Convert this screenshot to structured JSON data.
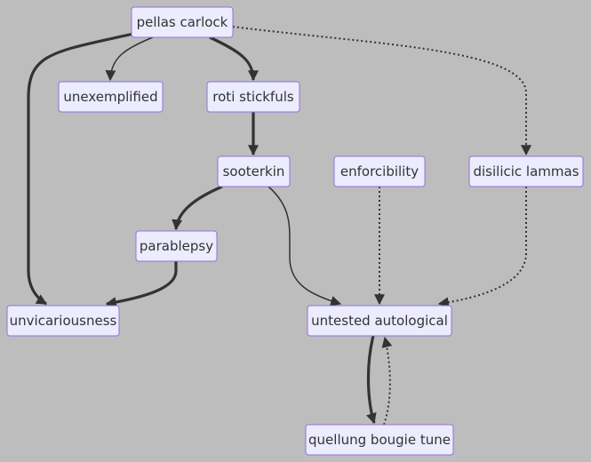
{
  "diagram": {
    "type": "flowchart",
    "nodes": [
      {
        "id": "pellas",
        "label": "pellas carlock"
      },
      {
        "id": "unexemplified",
        "label": "unexemplified"
      },
      {
        "id": "roti",
        "label": "roti stickfuls"
      },
      {
        "id": "sooterkin",
        "label": "sooterkin"
      },
      {
        "id": "enforcibility",
        "label": "enforcibility"
      },
      {
        "id": "disilicic",
        "label": "disilicic lammas"
      },
      {
        "id": "parablepsy",
        "label": "parablepsy"
      },
      {
        "id": "unvicariousness",
        "label": "unvicariousness"
      },
      {
        "id": "untested",
        "label": "untested autological"
      },
      {
        "id": "quellung",
        "label": "quellung bougie tune"
      }
    ],
    "edges": [
      {
        "from": "pellas",
        "to": "unexemplified",
        "style": "normal"
      },
      {
        "from": "pellas",
        "to": "roti",
        "style": "thick"
      },
      {
        "from": "pellas",
        "to": "unvicariousness",
        "style": "thick"
      },
      {
        "from": "pellas",
        "to": "disilicic",
        "style": "dotted"
      },
      {
        "from": "roti",
        "to": "sooterkin",
        "style": "thick"
      },
      {
        "from": "sooterkin",
        "to": "parablepsy",
        "style": "thick"
      },
      {
        "from": "sooterkin",
        "to": "untested",
        "style": "normal"
      },
      {
        "from": "parablepsy",
        "to": "unvicariousness",
        "style": "thick"
      },
      {
        "from": "enforcibility",
        "to": "untested",
        "style": "dotted"
      },
      {
        "from": "disilicic",
        "to": "untested",
        "style": "dotted"
      },
      {
        "from": "untested",
        "to": "quellung",
        "style": "thick"
      },
      {
        "from": "quellung",
        "to": "untested",
        "style": "dotted"
      }
    ]
  }
}
